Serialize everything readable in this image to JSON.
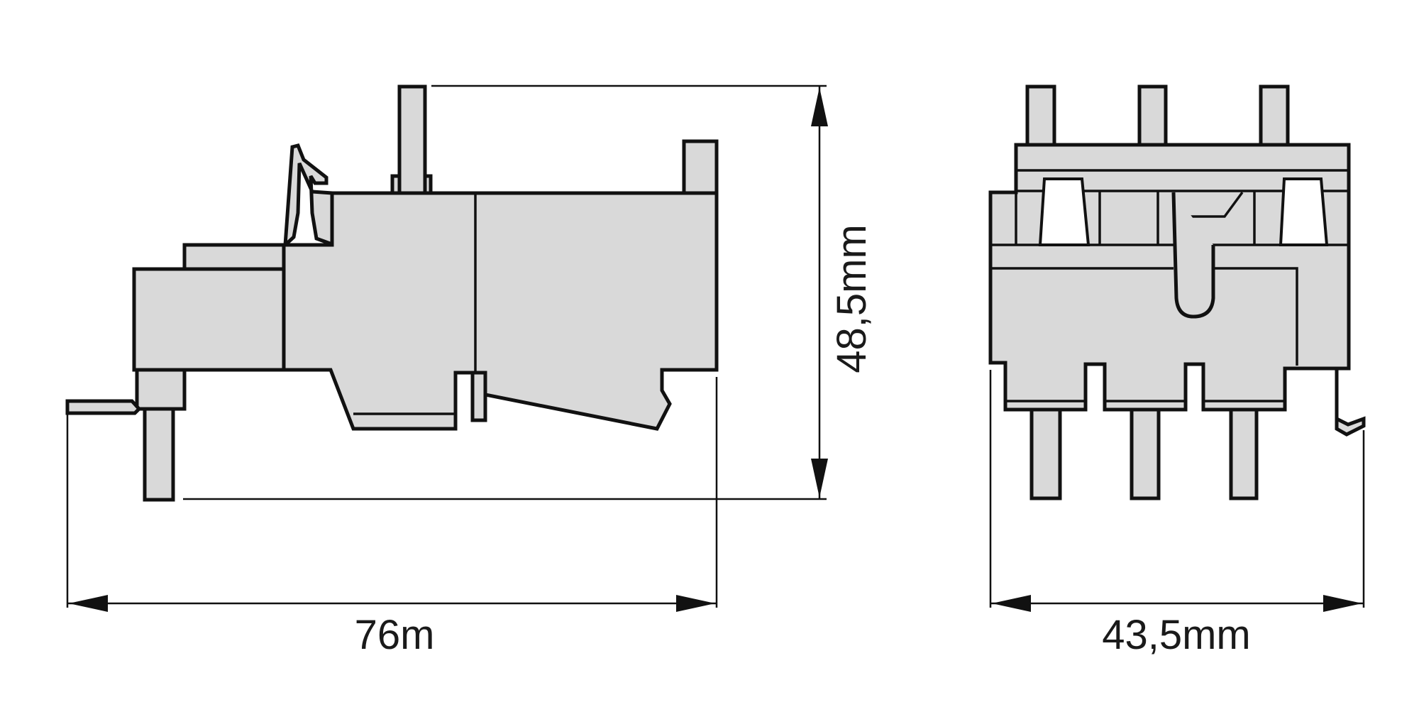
{
  "drawing": {
    "side_view": {
      "width_label": "76m"
    },
    "height_label": "48,5mm",
    "front_view": {
      "width_label": "43,5mm"
    }
  },
  "colors": {
    "part_fill": "#d9d9d9",
    "outline": "#111111",
    "background": "#ffffff"
  }
}
